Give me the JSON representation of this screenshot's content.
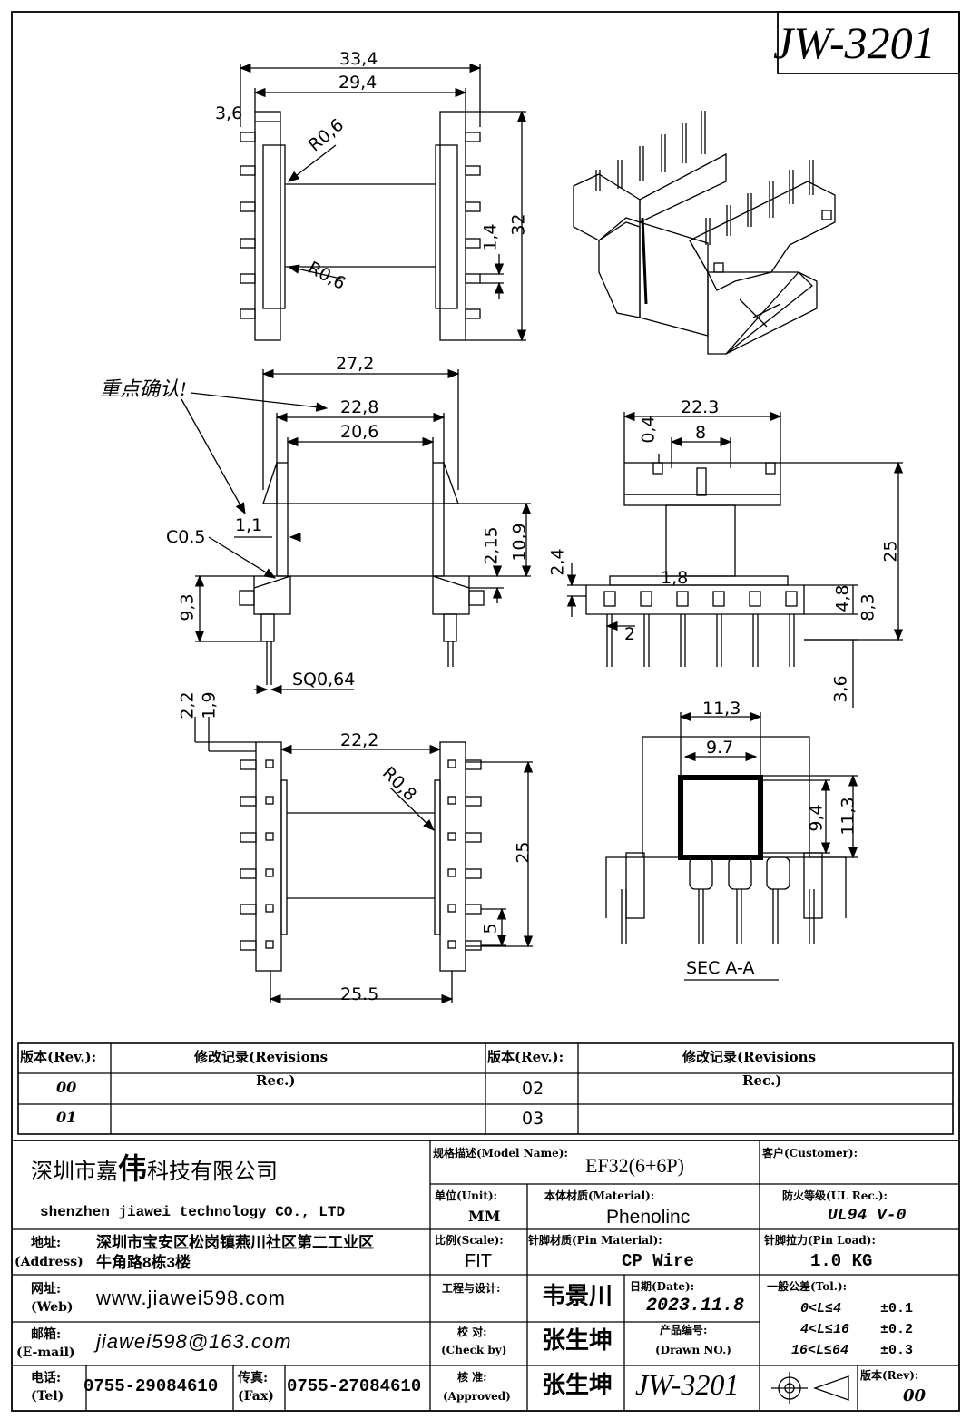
{
  "drawing_no": "JW-3201",
  "dims": {
    "d33_4": "33,4",
    "d29_4": "29,4",
    "d3_6a": "3,6",
    "r0_6a": "R0,6",
    "r0_6b": "R0,6",
    "d1_4": "1,4",
    "d32": "32",
    "d27_2": "27,2",
    "d22_8": "22,8",
    "d20_6": "20,6",
    "note": "重点确认!",
    "c0_5": "C0.5",
    "d1_1": "1,1",
    "d2_15": "2,15",
    "d10_9": "10,9",
    "d9_3": "9,3",
    "sq": "SQ0,64",
    "d22_3": "22.3",
    "d0_4": "0,4",
    "d8": "8",
    "d2_4": "2,4",
    "d1_8": "1,8",
    "d25a": "25",
    "d4_8": "4,8",
    "d8_3": "8,3",
    "d2": "2",
    "d3_6b": "3,6",
    "d2_2": "2,2",
    "d1_9": "1,9",
    "d22_2": "22,2",
    "r0_8": "R0,8",
    "d25b": "25",
    "d5": "5",
    "d25_5": "25.5",
    "d11_3a": "11,3",
    "d9_7": "9.7",
    "d9_4": "9,4",
    "d11_3b": "11,3",
    "sec": "SEC A-A"
  },
  "revisions": {
    "h_rev1": "版本(Rev.):",
    "h_rec1": "修改记录(Revisions",
    "h_rec1b": "Rec.)",
    "h_rev2": "版本(Rev.):",
    "h_rec2": "修改记录(Revisions",
    "h_rec2b": "Rec.)",
    "rows": [
      {
        "rev": "00",
        "rev2": "02"
      },
      {
        "rev": "01",
        "rev2": "03"
      }
    ]
  },
  "title_block": {
    "company_cn_1": "深圳市嘉",
    "company_cn_2": "伟",
    "company_cn_3": "科技有限公司",
    "company_en": "shenzhen  jiawei  technology  CO., LTD",
    "addr_label": "地址:",
    "addr_label_en": "(Address)",
    "addr_1": "深圳市宝安区松岗镇燕川社区第二工业区",
    "addr_2": "牛角路8栋3楼",
    "web_label": "网址:",
    "web_label_en": "(Web)",
    "web": "www.jiawei598.com",
    "mail_label": "邮箱:",
    "mail_label_en": "(E-mail)",
    "mail": "jiawei598@163.com",
    "tel_label": "电话:",
    "tel_label_en": "(Tel)",
    "tel": "0755-29084610",
    "fax_label": "传真:",
    "fax_label_en": "(Fax)",
    "fax": "0755-27084610",
    "model_label": "规格描述(Model Name):",
    "model": "EF32(6+6P)",
    "customer_label": "客户(Customer):",
    "unit_label": "单位(Unit):",
    "unit": "MM",
    "material_label": "本体材质(Material):",
    "material": "Phenolinc",
    "ul_label": "防火等级(UL Rec.):",
    "ul": "UL94  V-0",
    "scale_label": "比例(Scale):",
    "scale": "FIT",
    "pin_mat_label": "针脚材质(Pin Material):",
    "pin_mat": "CP Wire",
    "pin_load_label": "针脚拉力(Pin Load):",
    "pin_load": "1.0 KG",
    "eng_label": "工程与设计:",
    "eng": "韦景川",
    "date_label": "日期(Date):",
    "date": "2023.11.8",
    "tol_label": "一般公差(Tol.):",
    "tol": [
      {
        "range": "0<L≤4",
        "val": "±0.1"
      },
      {
        "range": "4<L≤16",
        "val": "±0.2"
      },
      {
        "range": "16<L≤64",
        "val": "±0.3"
      }
    ],
    "check_label": "校  对:",
    "check_label_en": "(Check by)",
    "check": "张生坤",
    "drawno_label": "产品编号:",
    "drawno_label_en": "(Drawn NO.)",
    "drawno": "JW-3201",
    "approve_label": "核  准:",
    "approve_label_en": "(Approved)",
    "approve": "张生坤",
    "rev_label": "版本(Rev):",
    "rev": "00"
  }
}
